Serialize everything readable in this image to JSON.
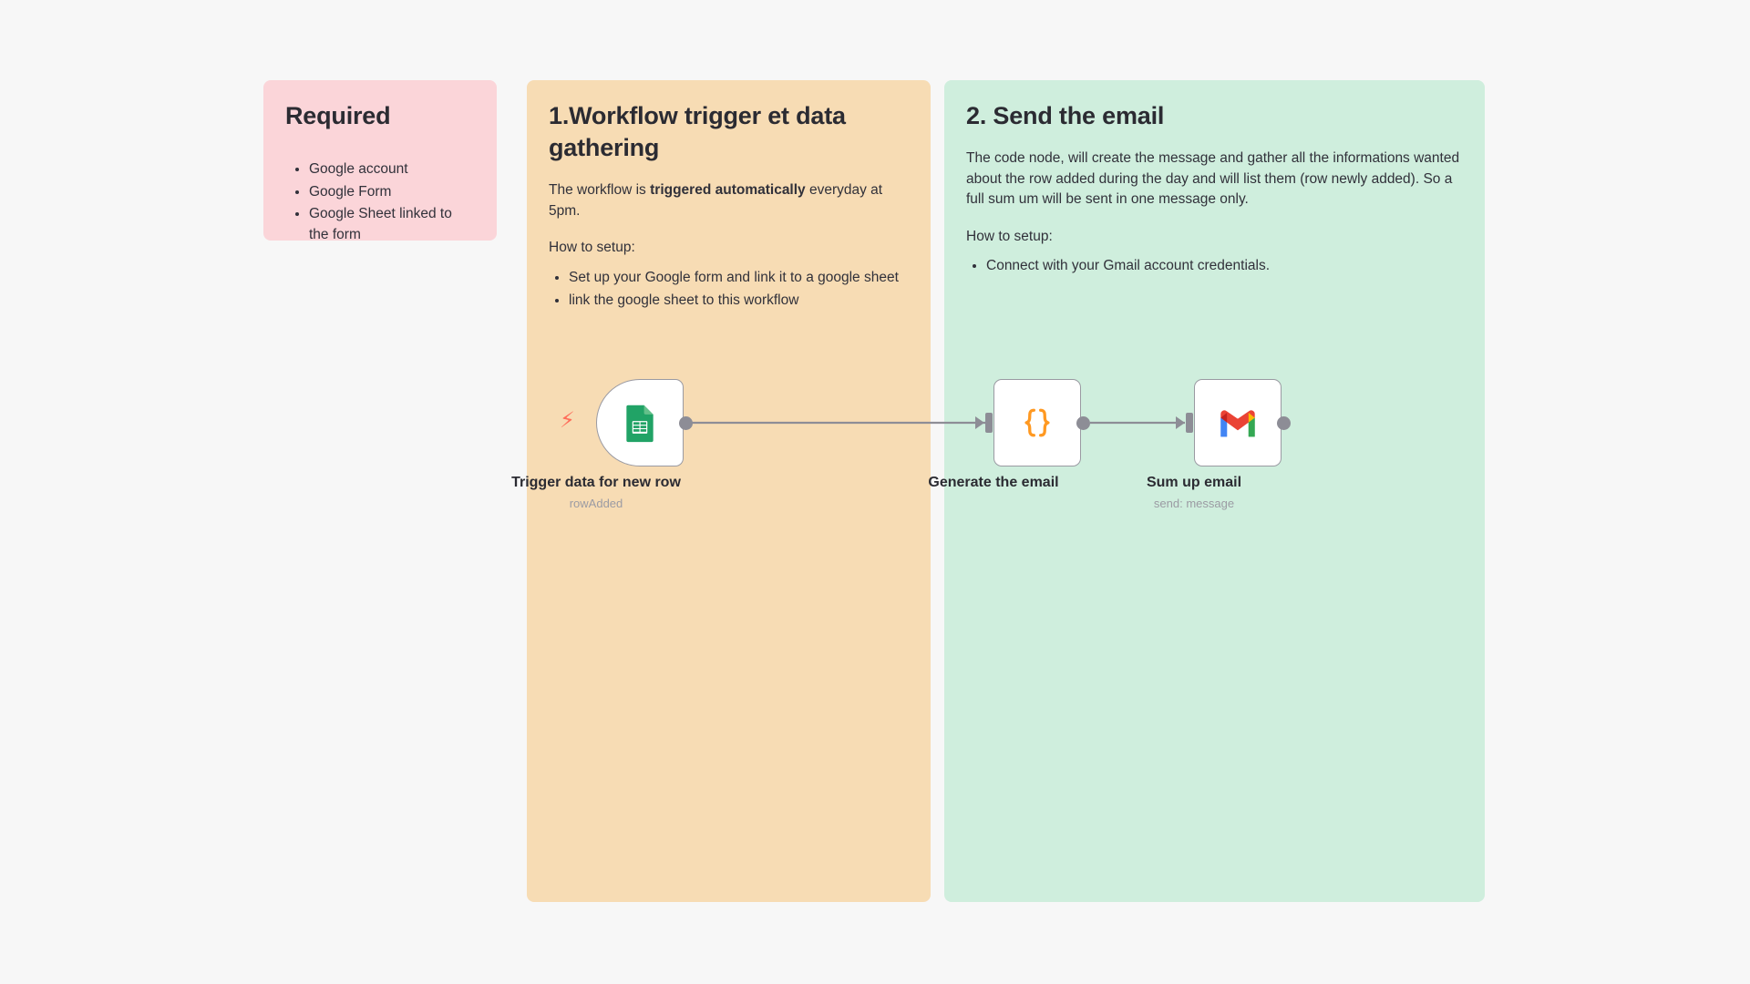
{
  "canvas": {
    "background_color": "#f7f7f7"
  },
  "notes": [
    {
      "id": "required",
      "color": "#fbd5d9",
      "title": "Required",
      "items": [
        "Google account",
        "Google Form",
        "Google Sheet linked to the form"
      ]
    },
    {
      "id": "trigger",
      "color": "#f7dcb4",
      "title": "1.Workflow trigger et data gathering",
      "body_prefix": "The workflow is ",
      "body_bold": "triggered automatically",
      "body_suffix": " everyday at 5pm.",
      "setup_label": "How to setup:",
      "items": [
        "Set up your Google form and link it to a google sheet",
        "link the google sheet to this workflow"
      ]
    },
    {
      "id": "email",
      "color": "#cfeedd",
      "title": "2. Send the email",
      "body": "The code node, will create the message and gather all the informations wanted about the row added during the day and will list them (row newly added). So a full sum um will be sent in one message only.",
      "setup_label": "How to setup:",
      "items": [
        "Connect with your Gmail account credentials."
      ]
    }
  ],
  "nodes": [
    {
      "id": "google-sheets-trigger",
      "title": "Trigger data for new row",
      "subtitle": "rowAdded",
      "icon": "google-sheets-icon",
      "is_trigger": true,
      "accent_color": "#22a45d"
    },
    {
      "id": "code-node",
      "title": "Generate the email",
      "subtitle": "",
      "icon": "code-braces-icon",
      "is_trigger": false,
      "accent_color": "#ff9922"
    },
    {
      "id": "gmail-node",
      "title": "Sum up email",
      "subtitle": "send: message",
      "icon": "gmail-icon",
      "is_trigger": false,
      "accent_color": "#ea4335"
    }
  ],
  "connections": [
    {
      "from": "google-sheets-trigger",
      "to": "code-node"
    },
    {
      "from": "code-node",
      "to": "gmail-node"
    }
  ]
}
